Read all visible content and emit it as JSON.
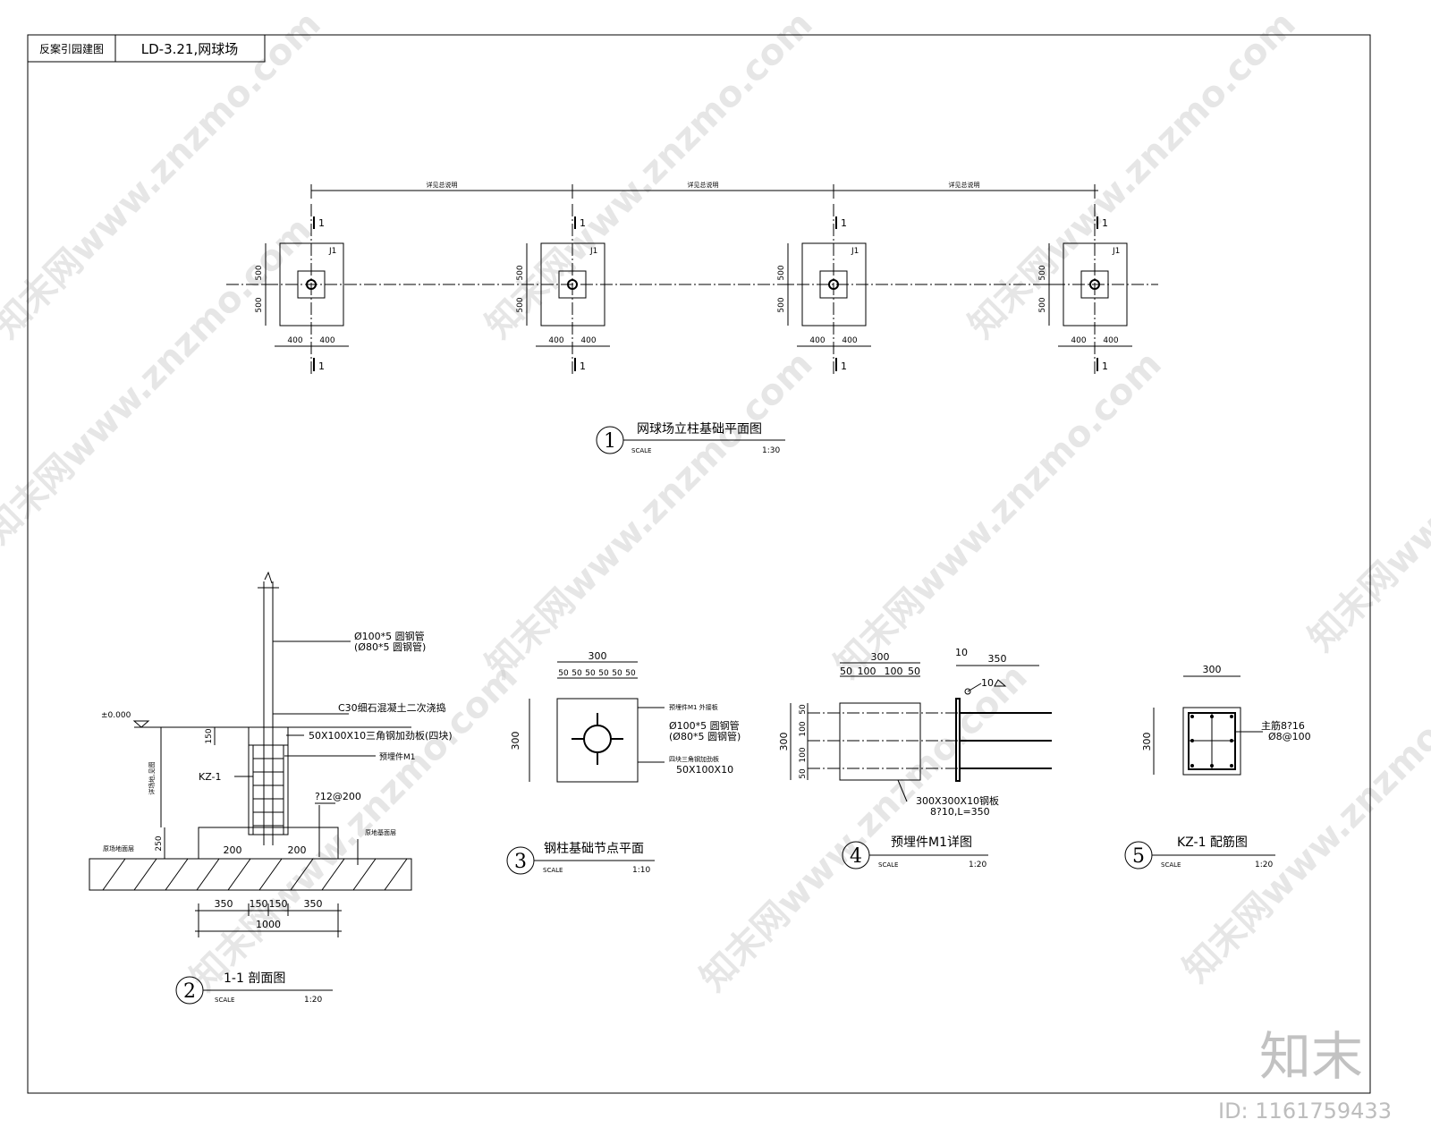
{
  "header": {
    "project": "反案引园建图",
    "sheet": "LD-3.21,网球场"
  },
  "plan": {
    "footing_label": "J1",
    "section_mark": "1",
    "dim_v": "500",
    "dim_h": "400",
    "span_label": "详见总说明",
    "title": "网球场立柱基础平面图",
    "scale_word": "SCALE",
    "scale": "1:30",
    "number": "1"
  },
  "section": {
    "number": "2",
    "title": "1-1 剖面图",
    "scale_word": "SCALE",
    "scale": "1:20",
    "elev": "±0.000",
    "pipe1": "Ø100*5 圆钢管",
    "pipe2": "(Ø80*5 圆钢管)",
    "concrete": "C30细石混凝土二次浇捣",
    "plate": "50X100X10三角钢加劲板(四块)",
    "embed": "预埋件M1",
    "column": "KZ-1",
    "bar": "?12@200",
    "d150": "150",
    "d250": "250",
    "d200a": "200",
    "d200b": "200",
    "d350a": "350",
    "d150a": "150",
    "d150b": "150",
    "d350b": "350",
    "d1000": "1000",
    "left_note": "原场地面层",
    "right_note": "原地基面层",
    "vert_note": "详场地,见图"
  },
  "node": {
    "number": "3",
    "title": "钢柱基础节点平面",
    "scale_word": "SCALE",
    "scale": "1:10",
    "d300": "300",
    "d50": "50",
    "pipe1": "Ø100*5 圆钢管",
    "pipe2": "(Ø80*5 圆钢管)",
    "embed": "预埋件M1 外接板",
    "plate_note": "四块三角钢加劲板",
    "plate": "50X100X10"
  },
  "embed": {
    "number": "4",
    "title": "预埋件M1详图",
    "scale_word": "SCALE",
    "scale": "1:20",
    "d300": "300",
    "d50": "50",
    "d100": "100",
    "d10": "10",
    "d350": "350",
    "plate": "300X300X10钢板",
    "bar": "8?10,L=350"
  },
  "kz": {
    "number": "5",
    "title": "KZ-1 配筋图",
    "scale_word": "SCALE",
    "scale": "1:20",
    "d300": "300",
    "main": "主筋8?16",
    "stirrup": "Ø8@100"
  },
  "watermark": {
    "text": "知末网www.znzmo.com",
    "brand": "知末",
    "id": "ID: 1161759433"
  }
}
